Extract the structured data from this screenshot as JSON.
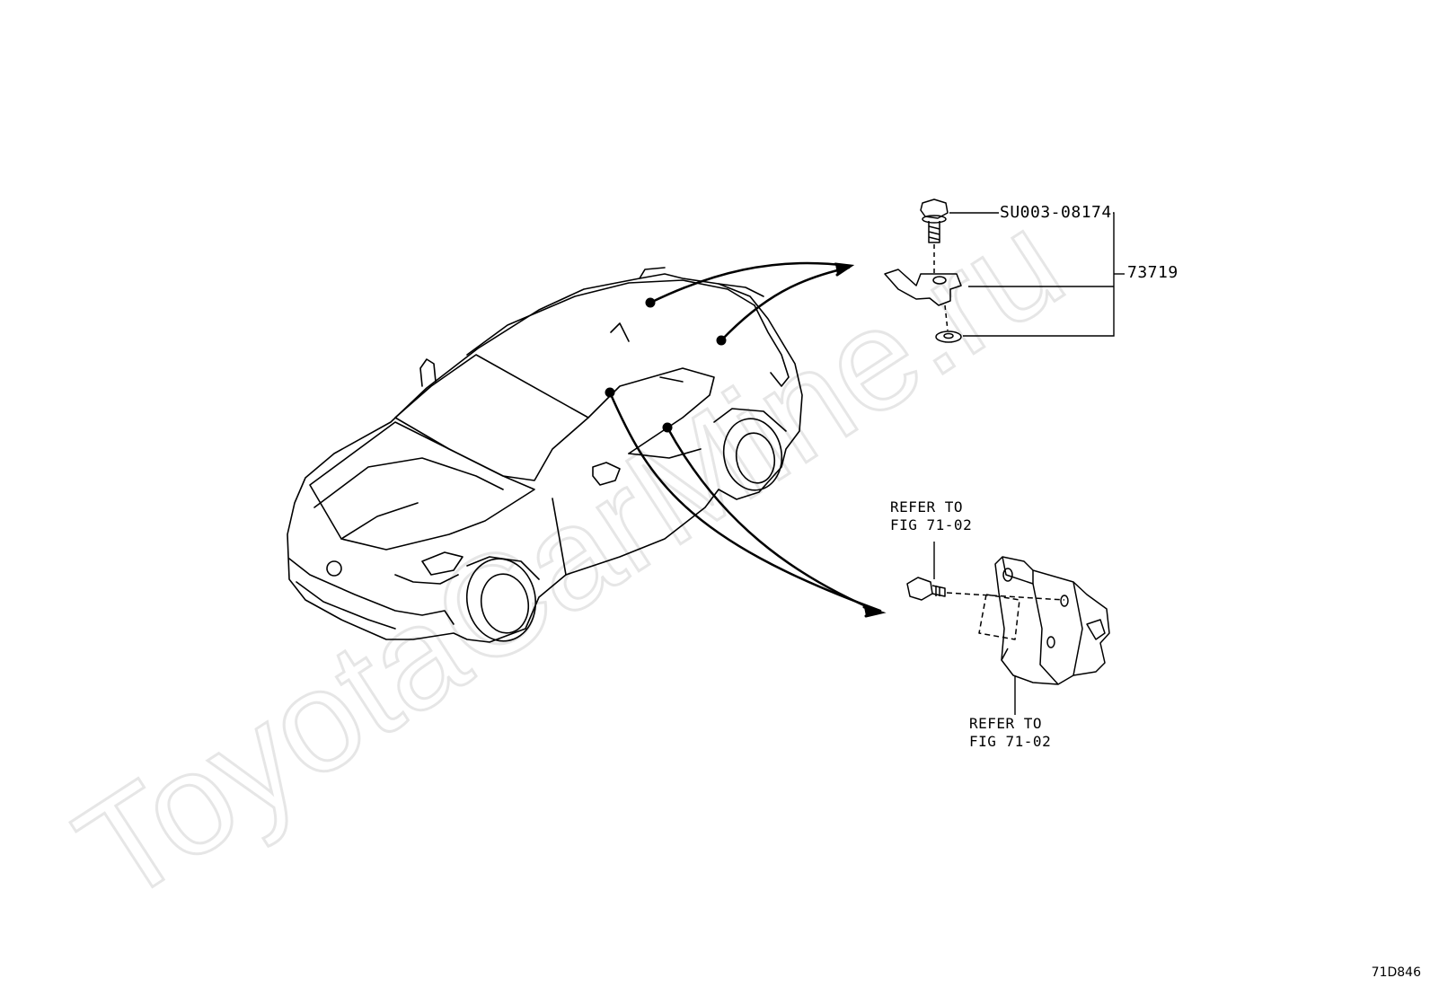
{
  "watermark": "ToyotaCarMine.ru",
  "figure_id": "71D846",
  "parts": {
    "bolt_part_no": "SU003-08174",
    "assembly_part_no": "73719"
  },
  "refs": {
    "upper_line1": "REFER TO",
    "upper_line2": "FIG 71-02",
    "lower_line1": "REFER TO",
    "lower_line2": "FIG 71-02"
  },
  "colors": {
    "ink": "#000000",
    "watermark": "#e8e8e8",
    "background": "#ffffff"
  }
}
